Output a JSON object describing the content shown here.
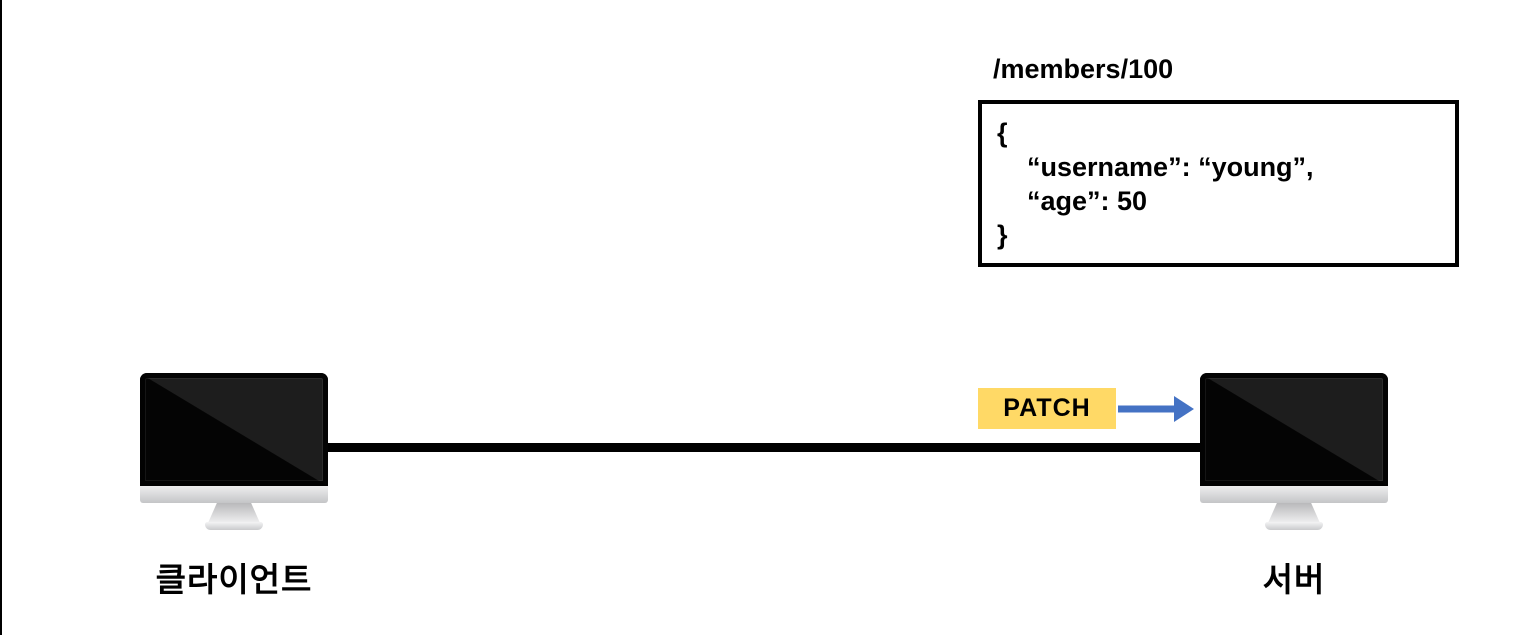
{
  "request": {
    "endpoint": "/members/100",
    "body_lines": [
      "{",
      "    “username”: “young”,",
      "    “age”: 50",
      "}"
    ]
  },
  "method": {
    "label": "PATCH",
    "badge_bg_color": "#FFD966",
    "badge_text_color": "#000000",
    "arrow_color": "#4472C4"
  },
  "nodes": {
    "client": {
      "label": "클라이언트"
    },
    "server": {
      "label": "서버"
    }
  },
  "colors": {
    "background": "#FFFFFF",
    "connection_line": "#000000",
    "body_box_border": "#000000",
    "text": "#000000",
    "monitor_body": "#000000",
    "monitor_chin": "#D6D7D9"
  }
}
